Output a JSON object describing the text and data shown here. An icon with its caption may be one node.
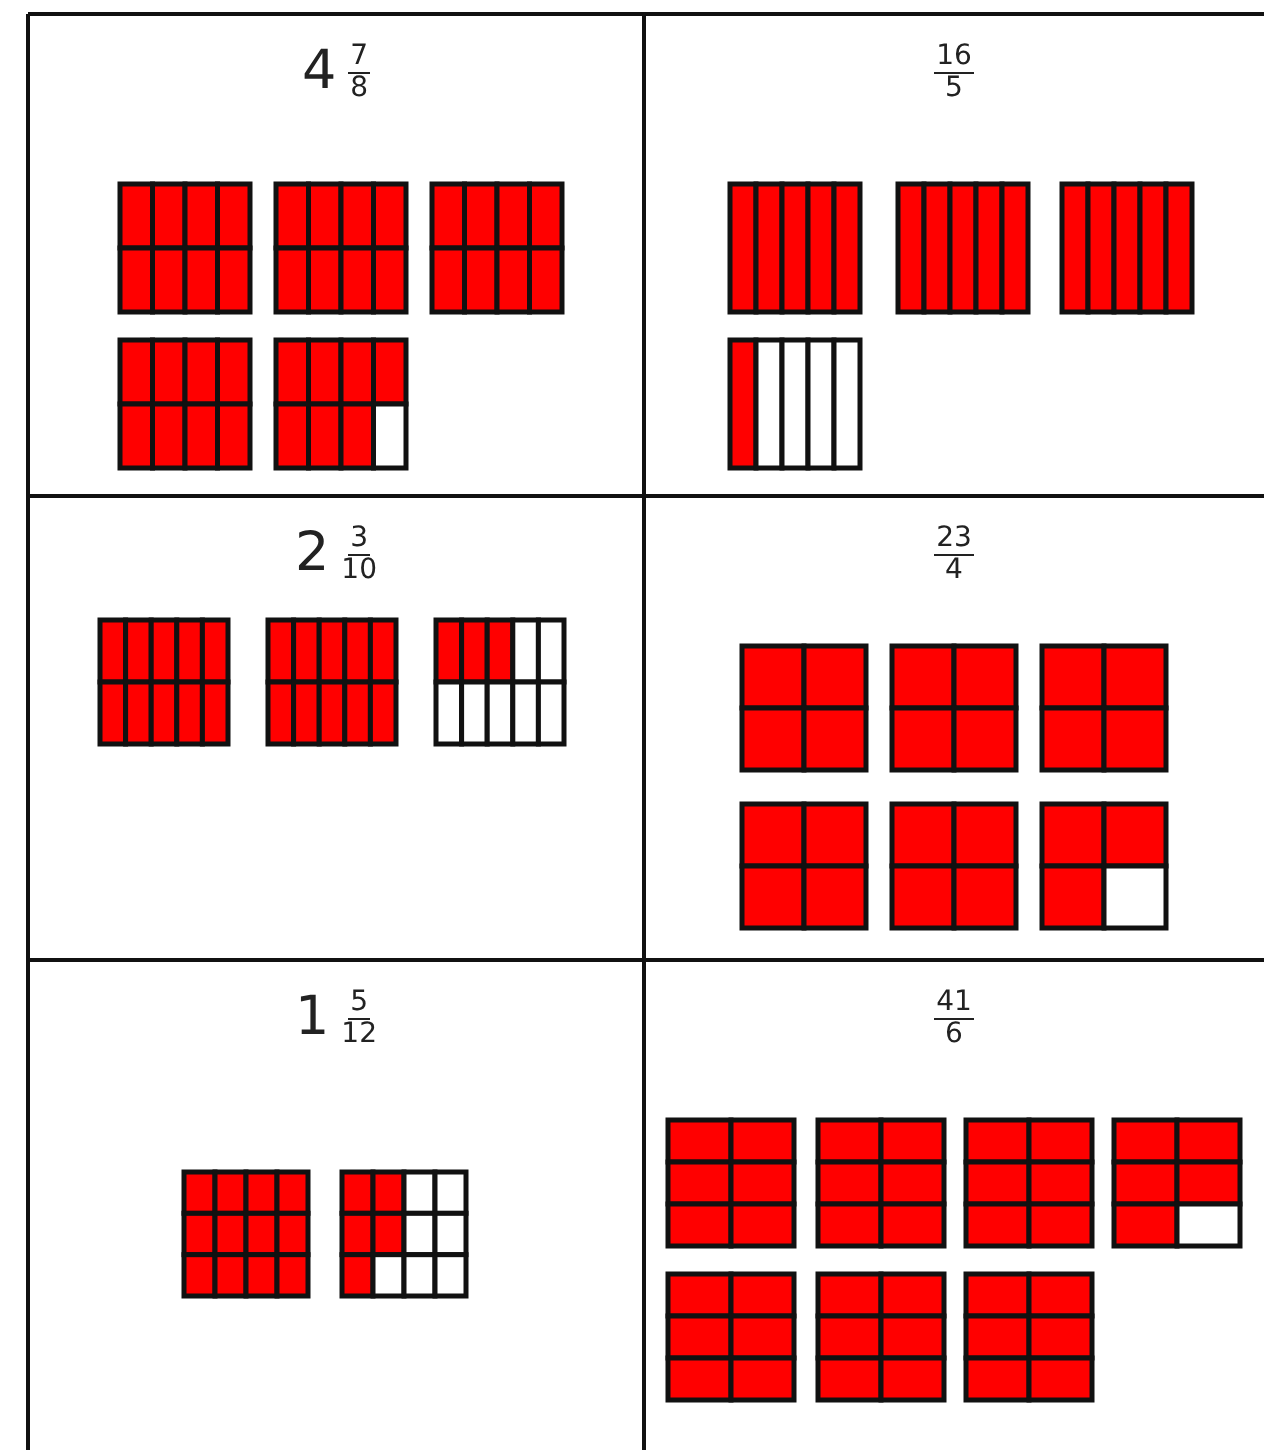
{
  "diagram": {
    "labels": [
      "4",
      "7",
      "8",
      "16",
      "5",
      "2",
      "3",
      "10",
      "23",
      "4",
      "1",
      "5",
      "12",
      "41",
      "6"
    ]
  }
}
